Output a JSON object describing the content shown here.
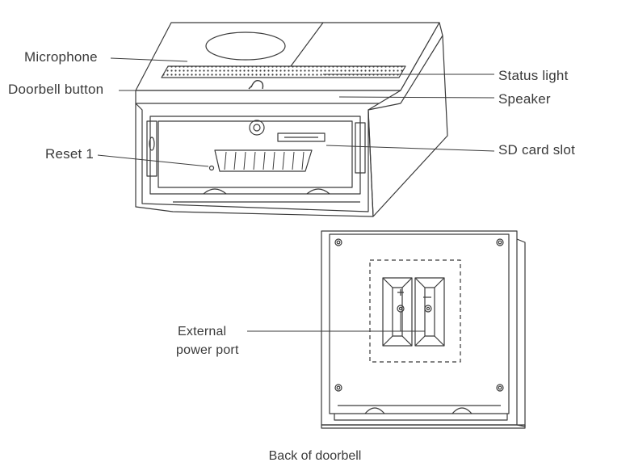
{
  "labels": {
    "microphone": "Microphone",
    "doorbell_button": "Doorbell button",
    "reset": "Reset 1",
    "status_light": "Status light",
    "speaker": "Speaker",
    "sd_card_slot": "SD card slot",
    "external_power_port_line1": "External",
    "external_power_port_line2": "power port"
  },
  "caption": "Back of doorbell",
  "colors": {
    "line": "#3a3a3a",
    "background": "#ffffff"
  }
}
